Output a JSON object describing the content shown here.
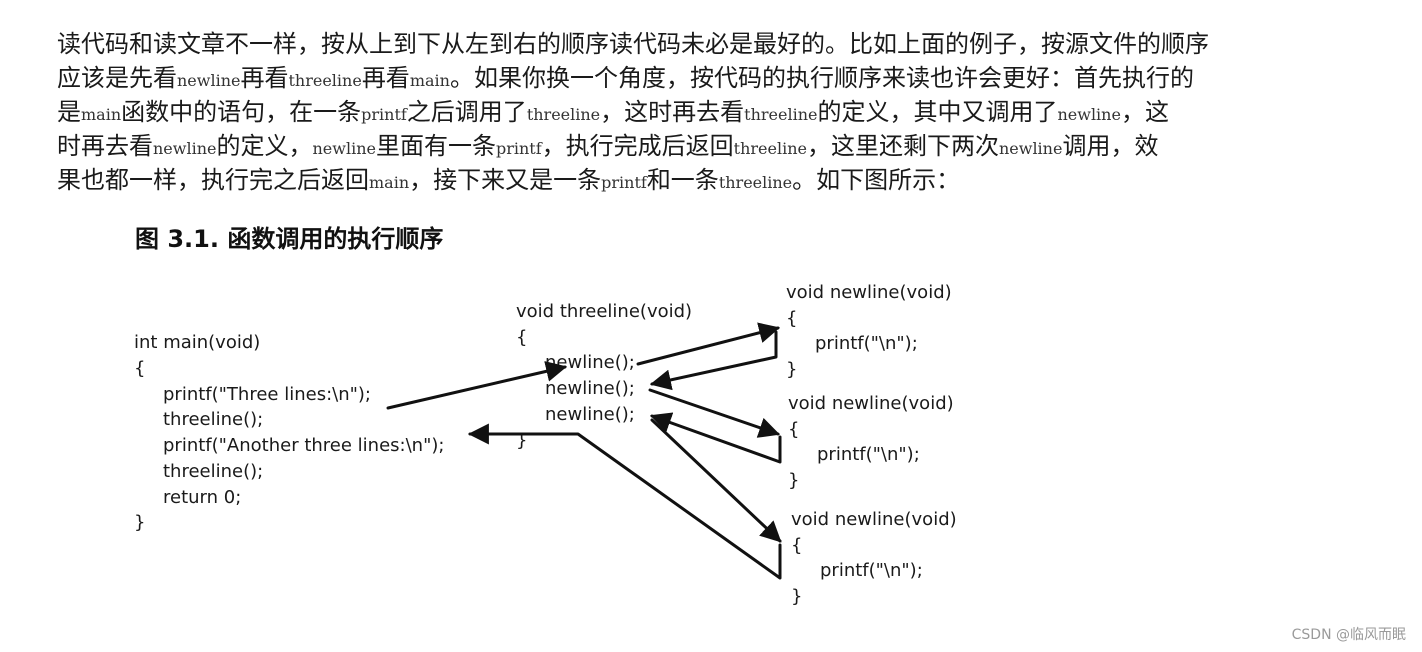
{
  "paragraph": {
    "lines": [
      [
        {
          "t": "读代码和读文章不一样，按从上到下从左到右的顺序读代码未必是最好的。比如上面的例子，按源文件的顺序"
        }
      ],
      [
        {
          "t": "应该是先看"
        },
        {
          "c": "newline"
        },
        {
          "t": "再看"
        },
        {
          "c": "threeline"
        },
        {
          "t": "再看"
        },
        {
          "c": "main"
        },
        {
          "t": "。如果你换一个角度，按代码的执行顺序来读也许会更好：首先执行的"
        }
      ],
      [
        {
          "t": "是"
        },
        {
          "c": "main"
        },
        {
          "t": "函数中的语句，在一条"
        },
        {
          "c": "printf"
        },
        {
          "t": "之后调用了"
        },
        {
          "c": "threeline"
        },
        {
          "t": "，这时再去看"
        },
        {
          "c": "threeline"
        },
        {
          "t": "的定义，其中又调用了"
        },
        {
          "c": "newline"
        },
        {
          "t": "，这"
        }
      ],
      [
        {
          "t": "时再去看"
        },
        {
          "c": "newline"
        },
        {
          "t": "的定义，"
        },
        {
          "c": "newline"
        },
        {
          "t": "里面有一条"
        },
        {
          "c": "printf"
        },
        {
          "t": "，执行完成后返回"
        },
        {
          "c": "threeline"
        },
        {
          "t": "，这里还剩下两次"
        },
        {
          "c": "newline"
        },
        {
          "t": "调用，效"
        }
      ],
      [
        {
          "t": "果也都一样，执行完之后返回"
        },
        {
          "c": "main"
        },
        {
          "t": "，接下来又是一条"
        },
        {
          "c": "printf"
        },
        {
          "t": "和一条"
        },
        {
          "c": "threeline"
        },
        {
          "t": "。如下图所示："
        }
      ]
    ]
  },
  "figure": {
    "caption": "图 3.1. 函数调用的执行顺序",
    "main_block": [
      "int main(void)",
      "{",
      "printf(\"Three lines:\\n\");",
      "threeline();",
      "printf(\"Another three lines:\\n\");",
      "threeline();",
      "return 0;",
      "}"
    ],
    "threeline_block": [
      "void threeline(void)",
      "{",
      "newline();",
      "newline();",
      "newline();",
      "}"
    ],
    "newline_blocks": [
      [
        "void newline(void)",
        "{",
        "printf(\"\\n\");",
        "}"
      ],
      [
        "void newline(void)",
        "{",
        "printf(\"\\n\");",
        "}"
      ],
      [
        "void newline(void)",
        "{",
        "printf(\"\\n\");",
        "}"
      ]
    ]
  },
  "watermark": "CSDN @临风而眠",
  "colors": {
    "text": "#1a1a1a",
    "code_text": "#333333",
    "arrow": "#111111",
    "watermark": "#9a9a9a"
  }
}
